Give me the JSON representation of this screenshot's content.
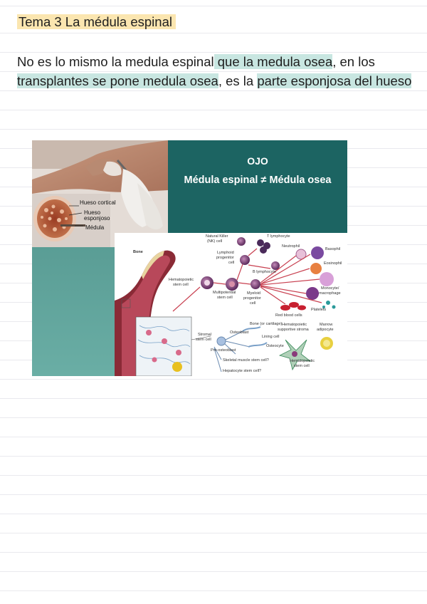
{
  "note": {
    "title": "Tema 3 La médula espinal",
    "paragraph": {
      "seg1": "No es lo mismo la medula espinal",
      "seg2": " que la medula osea",
      "seg3": ", en los ",
      "seg4": "transplantes se pone medula osea",
      "seg5": ", es la ",
      "seg6": "parte esponjosa del hueso"
    }
  },
  "figure": {
    "title": "OJO",
    "subtitle": "Médula espinal ≠ Médula osea",
    "photo_labels": {
      "cortical": "Hueso cortical",
      "esponjoso1": "Hueso",
      "esponjoso2": "esponjoso",
      "medula": "Médula"
    },
    "diagram": {
      "bone": "Bone",
      "nk1": "Natural Killer",
      "nk2": "(NK) cell",
      "t_lymph": "T lymphocyte",
      "lymphoid1": "Lymphoid",
      "lymphoid2": "progenitor",
      "lymphoid3": "cell",
      "neutrophil": "Neutrophil",
      "basophil": "Basophil",
      "eosinophil": "Eosinophil",
      "b_lymph": "B lymphocyte",
      "hema1": "Hematopoietic",
      "hema2": "stem cell",
      "multi1": "Multipotential",
      "multi2": "stem cell",
      "myeloid1": "Myeloid",
      "myeloid2": "progenitor",
      "myeloid3": "cell",
      "mono1": "Monocyte/",
      "mono2": "macrophage",
      "platelets": "Platelets",
      "rbc": "Red blood cells",
      "bone_cart": "Bone (or cartilage)",
      "hema_support1": "Hematopoietic",
      "hema_support2": "supportive stroma",
      "marrow1": "Marrow",
      "marrow2": "adipocyte",
      "osteoblast": "Osteoblast",
      "stromal1": "Stromal",
      "stromal2": "stem cell",
      "lining": "Lining cell",
      "osteocyte": "Osteocyte",
      "preosteo": "Pre-osteoblast",
      "skeletal": "Skeletal muscle stem cell?",
      "hepatocyte": "Hepatocyte stem cell?",
      "hema_bottom1": "Hematopoietic",
      "hema_bottom2": "stem cell"
    }
  },
  "colors": {
    "title_highlight": "#fbe6b0",
    "text_highlight": "#c8e6e1",
    "figure_teal": "#1c6462"
  }
}
